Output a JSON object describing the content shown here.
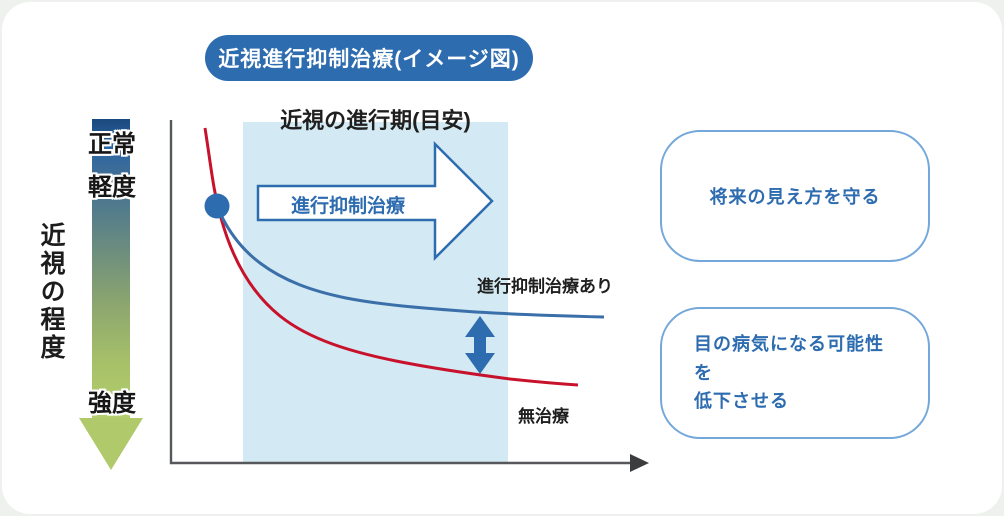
{
  "title_badge": "近視進行抑制治療(イメージ図)",
  "y_axis": {
    "label": "近視の程度",
    "levels": [
      "正常",
      "軽度",
      "強度"
    ]
  },
  "chart": {
    "heading": "近視の進行期(目安)",
    "treatment_arrow_label": "進行抑制治療",
    "with_treatment_label": "進行抑制治療あり",
    "no_treatment_label": "無治療"
  },
  "benefits": [
    {
      "text": "将来の見え方を守る"
    },
    {
      "line1": "目の病気になる可能性を",
      "line2": "低下させる"
    }
  ],
  "colors": {
    "accent": "#2e6cb0",
    "band": "#d3e9f3",
    "no_treatment_red": "#c8122c",
    "with_treatment_blue": "#3a6fa9",
    "box_border": "#74a7da",
    "severity_green": "#b0ca6b"
  }
}
